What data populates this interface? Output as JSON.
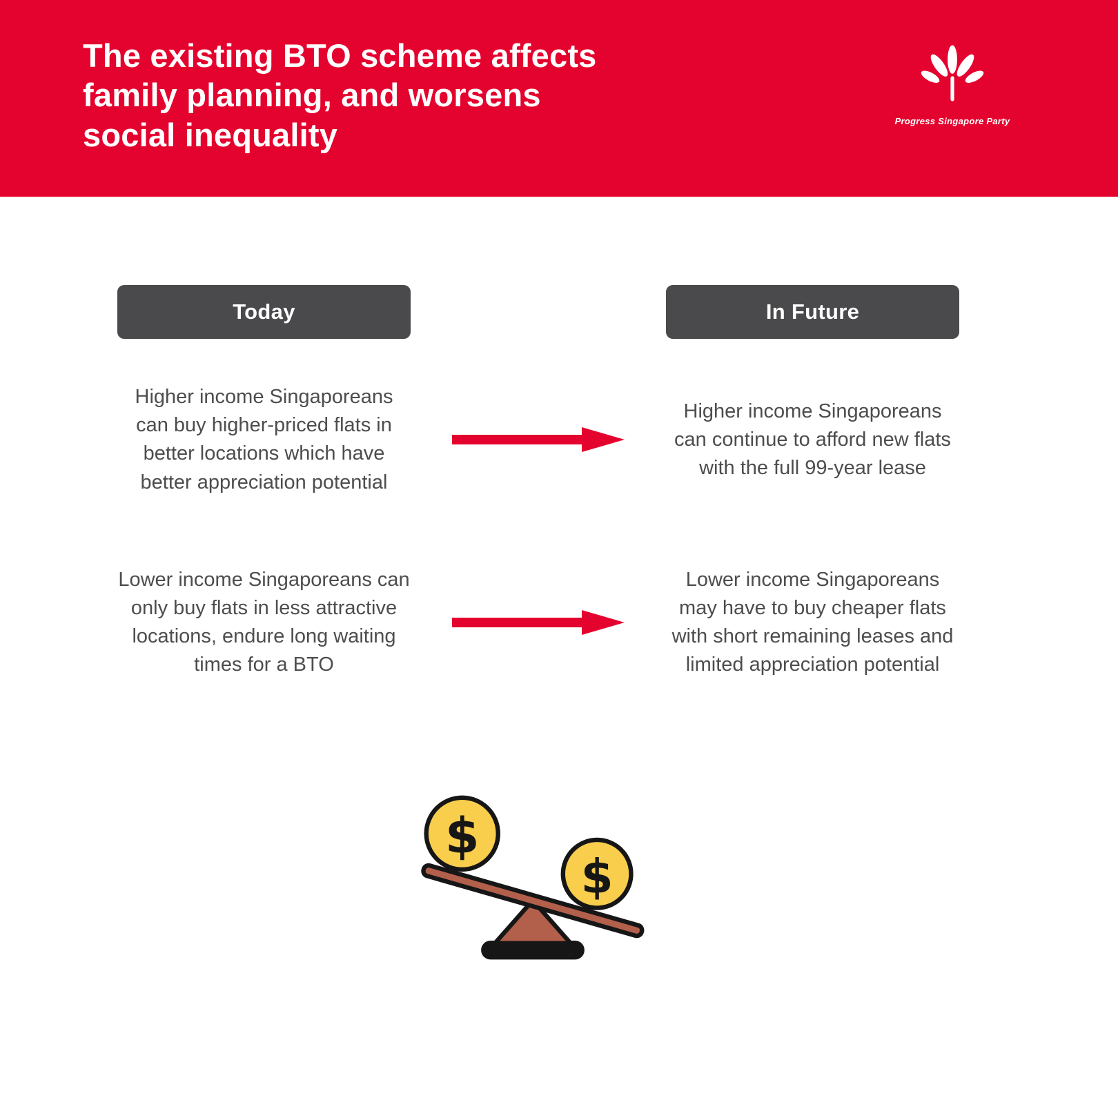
{
  "header": {
    "title": "The existing BTO scheme affects\nfamily planning, and worsens\nsocial inequality",
    "logo_caption": "Progress Singapore Party",
    "bg_color": "#E4032E"
  },
  "columns": {
    "today": "Today",
    "future": "In Future"
  },
  "rows": [
    {
      "today": "Higher income Singaporeans can buy higher-priced flats in better locations which have better appreciation potential",
      "future": "Higher income Singaporeans can continue to afford new flats with the full 99-year lease"
    },
    {
      "today": "Lower income Singaporeans can only buy flats in less attractive locations, endure long waiting times for a BTO",
      "future": "Lower income Singaporeans may have to buy cheaper flats with short remaining leases and limited appreciation potential"
    }
  ],
  "illustration": {
    "name": "unbalanced-scale-with-dollar-coins",
    "coin_symbol": "$"
  },
  "colors": {
    "header_red": "#E4032E",
    "arrow_red": "#E4032E",
    "badge_gray": "#4A4A4C",
    "body_text_gray": "#4D4D4F",
    "coin_yellow": "#F9CE4C",
    "wood_brown": "#B2604C",
    "outline_black": "#161616"
  }
}
